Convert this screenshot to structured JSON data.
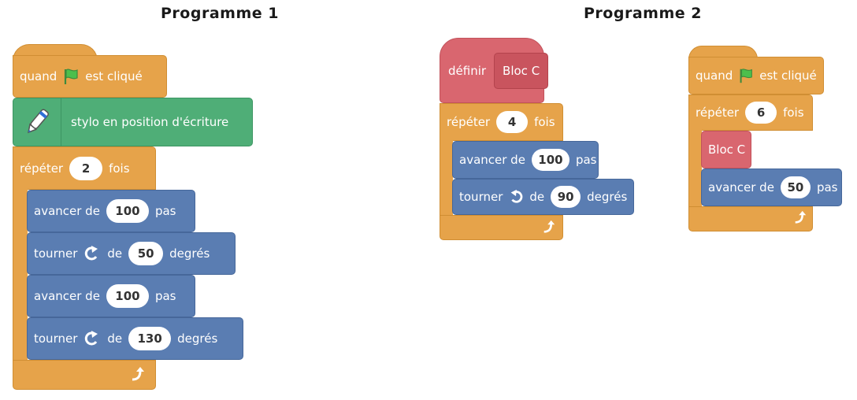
{
  "titles": {
    "p1": "Programme 1",
    "p2": "Programme 2"
  },
  "p1": {
    "hat": {
      "pre": "quand",
      "post": "est cliqué",
      "icon": "green-flag-icon"
    },
    "pen": {
      "label": "stylo en position d'écriture",
      "icon": "pen-icon"
    },
    "repeat": {
      "pre": "répéter",
      "count": "2",
      "post": "fois"
    },
    "steps": [
      {
        "pre": "avancer de",
        "value": "100",
        "post": "pas"
      },
      {
        "pre": "tourner",
        "icon": "turn-right-icon",
        "mid": "de",
        "value": "50",
        "post": "degrés"
      },
      {
        "pre": "avancer de",
        "value": "100",
        "post": "pas"
      },
      {
        "pre": "tourner",
        "icon": "turn-right-icon",
        "mid": "de",
        "value": "130",
        "post": "degrés"
      }
    ]
  },
  "p2_define": {
    "define_label": "définir",
    "block_name": "Bloc C",
    "repeat": {
      "pre": "répéter",
      "count": "4",
      "post": "fois"
    },
    "move": {
      "pre": "avancer de",
      "value": "100",
      "post": "pas"
    },
    "turn": {
      "pre": "tourner",
      "icon": "turn-left-icon",
      "mid": "de",
      "value": "90",
      "post": "degrés"
    }
  },
  "p2_main": {
    "hat": {
      "pre": "quand",
      "post": "est cliqué",
      "icon": "green-flag-icon"
    },
    "repeat": {
      "pre": "répéter",
      "count": "6",
      "post": "fois"
    },
    "call": "Bloc C",
    "move": {
      "pre": "avancer de",
      "value": "50",
      "post": "pas"
    }
  },
  "colors": {
    "events": "#e6a34a",
    "motion": "#5a7db2",
    "pen": "#4fae77",
    "custom": "#d9666f"
  }
}
